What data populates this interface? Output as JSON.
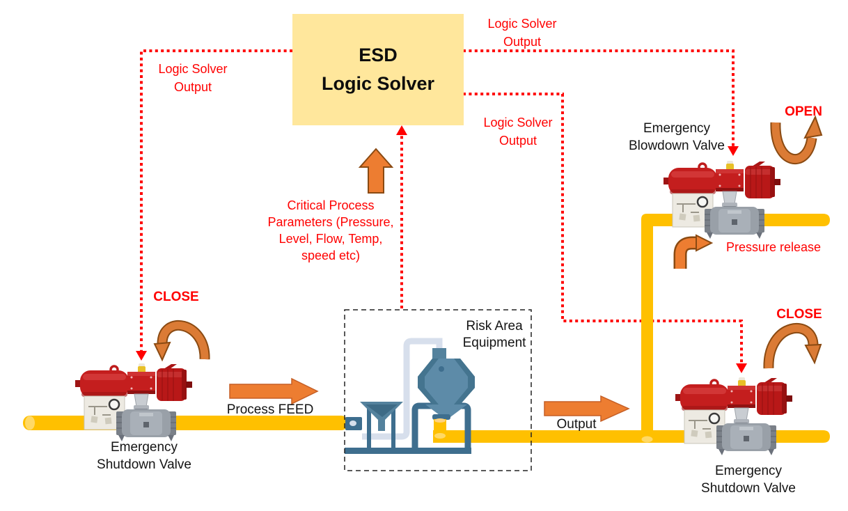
{
  "diagram": {
    "esd_box": {
      "title": "ESD\nLogic Solver"
    },
    "signals": {
      "output_left": "Logic Solver\nOutput",
      "output_top_right": "Logic Solver\nOutput",
      "output_mid_right": "Logic Solver\nOutput",
      "critical_params": "Critical Process\nParameters (Pressure,\nLevel, Flow, Temp,\nspeed etc)"
    },
    "actions": {
      "close_left": "CLOSE",
      "open": "OPEN",
      "close_right": "CLOSE",
      "pressure_release": "Pressure release"
    },
    "flows": {
      "process_feed": "Process FEED",
      "output": "Output"
    },
    "equipment": {
      "valve_left": "Emergency\nShutdown Valve",
      "valve_blowdown": "Emergency\nBlowdown Valve",
      "valve_right": "Emergency\nShutdown Valve",
      "risk_area": "Risk Area\nEquipment"
    },
    "colors": {
      "signal_red": "#FF0000",
      "pipe_yellow": "#FFC000",
      "arrow_orange": "#ED7D31",
      "esd_fill": "#FFE79C",
      "valve_red": "#C41E1E",
      "equipment_blue": "#5D8BA8"
    }
  }
}
